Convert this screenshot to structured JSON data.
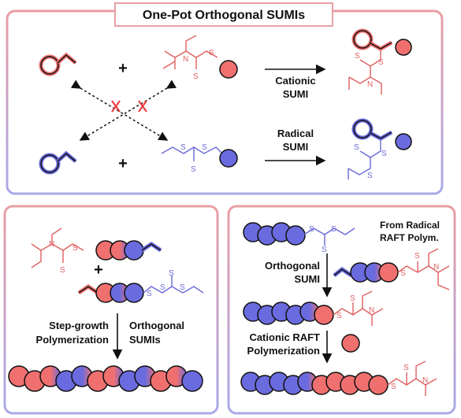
{
  "title": "One-Pot Orthogonal SUMIs",
  "top_panel": {
    "plus": "+",
    "cationic_label": [
      "Cationic",
      "SUMI"
    ],
    "radical_label": [
      "Radical",
      "SUMI"
    ],
    "atoms": {
      "S": "S",
      "N": "N"
    }
  },
  "bottom_left": {
    "plus": "+",
    "step_growth_label": [
      "Step-growth",
      "Polymerization"
    ],
    "orthogonal_label": [
      "Orthogonal",
      "SUMIs"
    ]
  },
  "bottom_right": {
    "from_radical_label": [
      "From Radical",
      "RAFT Polym."
    ],
    "orthogonal_label": [
      "Orthogonal",
      "SUMI"
    ],
    "cationic_raft_label": [
      "Cationic RAFT",
      "Polymerization"
    ]
  },
  "colors": {
    "red": "#f07070",
    "blue": "#6b6be0",
    "red_border": "#e8a0a4",
    "blue_border": "#a8a8e8",
    "red_text": "#e06060",
    "blue_text": "#6a6ad8"
  }
}
